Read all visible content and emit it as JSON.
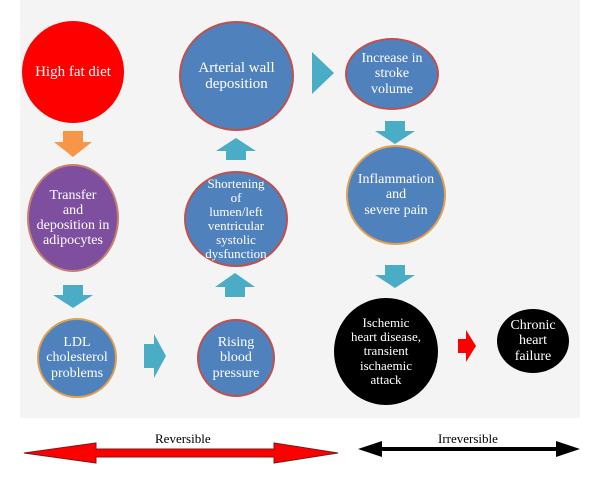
{
  "nodes": {
    "high_fat_diet": "High fat diet",
    "transfer_deposition": "Transfer\nand\ndeposition in\nadipocytes",
    "ldl_cholesterol": "LDL\ncholesterol\nproblems",
    "rising_bp": "Rising\nblood\npressure",
    "shortening_lumen": "Shortening\nof\nlumen/left\nventricular\nsystolic\ndysfunction",
    "arterial_wall": "Arterial wall\ndeposition",
    "stroke_volume": "Increase in\nstroke\nvolume",
    "inflammation": "Inflammation\nand\nsevere pain",
    "ischemic": "Ischemic\nheart disease,\ntransient\nischaemic\nattack",
    "chronic_hf": "Chronic\nheart\nfailure"
  },
  "labels": {
    "reversible": "Reversible",
    "irreversible": "Irreversible"
  },
  "colors": {
    "node_blue": "#4f81bd",
    "node_red": "#ff0000",
    "node_purple": "#7e4f9f",
    "node_black": "#000000",
    "arrow_teal": "#4bacc6",
    "arrow_orange": "#f79646",
    "arrow_red": "#ff0000"
  }
}
